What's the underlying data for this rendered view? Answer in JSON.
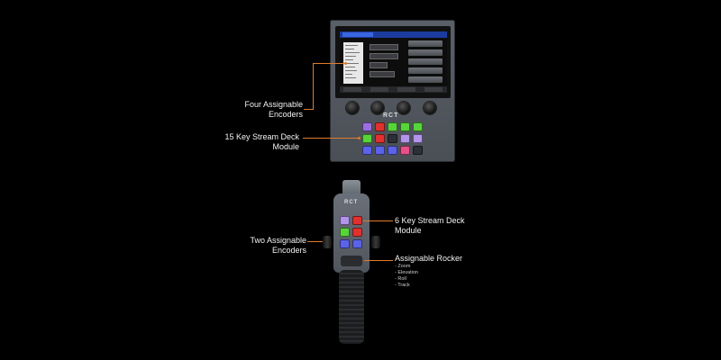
{
  "top_unit": {
    "brand": "RCT",
    "callouts": {
      "encoders": [
        "Four Assignable",
        "Encoders"
      ],
      "deck": [
        "15 Key Stream Deck",
        "Module"
      ]
    }
  },
  "handle_unit": {
    "brand": "RCT",
    "callouts": {
      "encoders": [
        "Two Assignable",
        "Encoders"
      ],
      "deck": [
        "6 Key Stream Deck",
        "Module"
      ],
      "rocker_title": "Assignable Rocker",
      "rocker_items": [
        "-  Zoom",
        "-  Elevation",
        "-  Roll",
        "-  Track"
      ]
    }
  },
  "colors": {
    "accent_line": "#e07b2a",
    "background": "#000000"
  }
}
